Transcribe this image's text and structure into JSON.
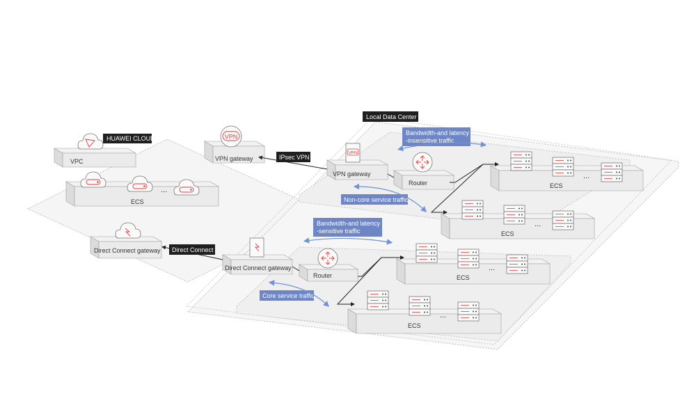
{
  "colors": {
    "tag_bg": "#1f1f1f",
    "bubble_bg": "#6f86c6",
    "accent_red": "#e23b3b",
    "arrow_blue": "#6f93d6"
  },
  "tags": {
    "huawei_cloud": "HUAWEI CLOUD",
    "local_dc": "Local Data Center",
    "ipsec_vpn": "IPsec VPN",
    "direct_connect": "Direct Connect"
  },
  "cloud": {
    "vpc": "VPC",
    "ecs": "ECS",
    "vpn_gateway": "VPN gateway",
    "dc_gateway": "Direct Connect gateway",
    "ellipsis": "..."
  },
  "dc": {
    "vpn_gateway": "VPN gateway",
    "vpn_icon_text": "VPN",
    "dc_gateway": "Direct Connect gateway",
    "router_top": "Router",
    "router_bottom": "Router",
    "ecs_1": "ECS",
    "ecs_2": "ECS",
    "ecs_3": "ECS",
    "ecs_4": "ECS",
    "ellipsis": "..."
  },
  "bubbles": {
    "top_line1": "Bandwidth-and latency",
    "top_line2": "-insensitive traffic",
    "noncore": "Non-core service traffic",
    "mid_line1": "Bandwidth-and latency",
    "mid_line2": "-sensitive traffic",
    "core": "Core service traffic"
  }
}
